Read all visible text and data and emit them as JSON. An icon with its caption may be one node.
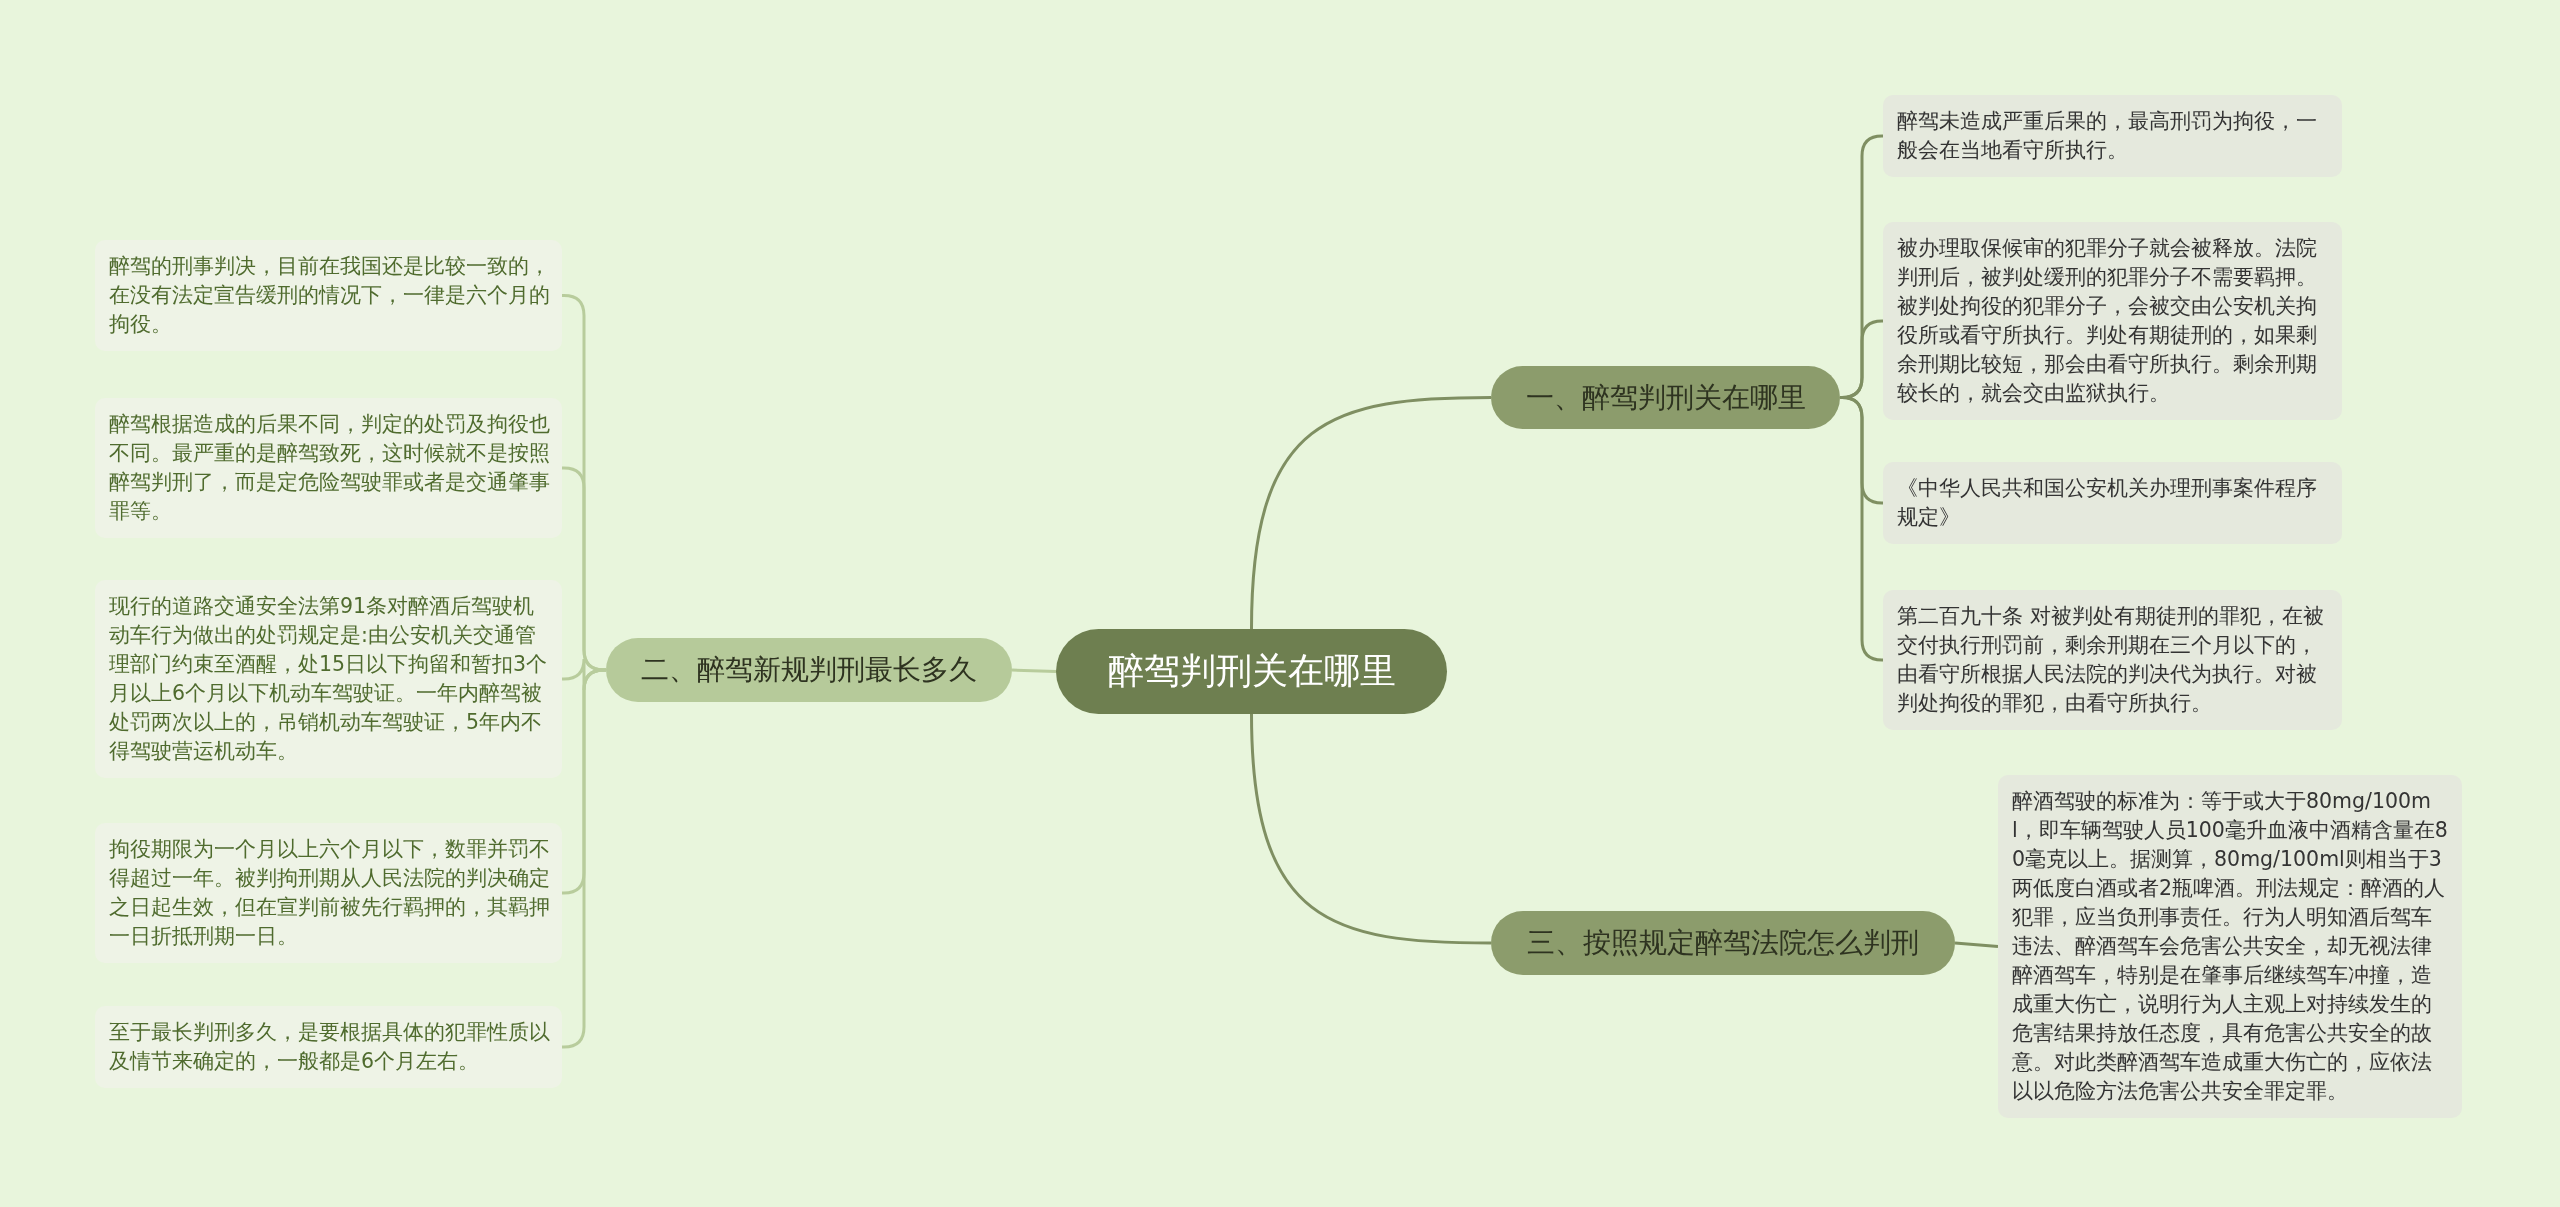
{
  "diagram": {
    "nodes": [
      {
        "text": [
          "醉驾判刑关在哪里"
        ]
      },
      {
        "text": [
          "一、醉驾判刑关在哪里"
        ]
      },
      {
        "text": [
          "醉驾未造成严重后果的，最高刑罚为拘役，一般会在当地看守所执行。"
        ]
      },
      {
        "text": [
          "被办理取保候审的犯罪分子就会被释放。法院判刑后，被判处缓刑的犯罪分子不需要羁押。被判处拘役的犯罪分子，会被交由公安机关拘役所或看守所执行。判处有期徒刑的，如果剩余刑期比较短，那会由看守所执行。剩余刑期较长的，就会交由监狱执行。"
        ]
      },
      {
        "text": [
          "《中华人民共和国公安机关办理刑事案件程序规定》"
        ]
      },
      {
        "text": [
          "第二百九十条  对被判处有期徒刑的罪犯，在被交付执行刑罚前，剩余刑期在三个月以下的，由看守所根据人民法院的判决代为执行。对被判处拘役的罪犯，由看守所执行。"
        ]
      },
      {
        "text": [
          "二、醉驾新规判刑最长多久"
        ]
      },
      {
        "text": [
          "醉驾的刑事判决，目前在我国还是比较一致的，在没有法定宣告缓刑的情况下，一律是六个月的拘役。"
        ]
      },
      {
        "text": [
          "醉驾根据造成的后果不同，判定的处罚及拘役也不同。最严重的是醉驾致死，这时候就不是按照醉驾判刑了，而是定危险驾驶罪或者是交通肇事罪等。"
        ]
      },
      {
        "text": [
          "现行的道路交通安全法第91条对醉酒后驾驶机动车行为做出的处罚规定是:由公安机关交通管理部门约束至酒醒，处15日以下拘留和暂扣3个月以上6个月以下机动车驾驶证。一年内醉驾被处罚两次以上的，吊销机动车驾驶证，5年内不得驾驶营运机动车。"
        ]
      },
      {
        "text": [
          "拘役期限为一个月以上六个月以下，数罪并罚不得超过一年。被判拘刑期从人民法院的判决确定之日起生效，但在宣判前被先行羁押的，其羁押一日折抵刑期一日。"
        ]
      },
      {
        "text": [
          "至于最长判刑多久，是要根据具体的犯罪性质以及情节来确定的，一般都是6个月左右。"
        ]
      },
      {
        "text": [
          "三、按照规定醉驾法院怎么判刑"
        ]
      },
      {
        "text": [
          "醉酒驾驶的标准为：等于或大于80mg/100ml，即车辆驾驶人员100毫升血液中酒精含量在80毫克以上。据测算，80mg/100ml则相当于3两低度白酒或者2瓶啤酒。刑法规定：醉酒的人犯罪，应当负刑事责任。行为人明知酒后驾车违法、醉酒驾车会危害公共安全，却无视法律醉酒驾车，特别是在肇事后继续驾车冲撞，造成重大伤亡，说明行为人主观上对持续发生的危害结果持放任态度，具有危害公共安全的故意。对此类醉酒驾车造成重大伤亡的，应依法以以危险方法危害公共安全罪定罪。"
        ]
      }
    ],
    "edges": [
      {
        "from": 0,
        "to": 1,
        "arrow": "none"
      },
      {
        "from": 1,
        "to": 2,
        "arrow": "none"
      },
      {
        "from": 1,
        "to": 3,
        "arrow": "none"
      },
      {
        "from": 1,
        "to": 4,
        "arrow": "none"
      },
      {
        "from": 1,
        "to": 5,
        "arrow": "none"
      },
      {
        "from": 0,
        "to": 6,
        "arrow": "none",
        "color": "#b8cc9c"
      },
      {
        "from": 6,
        "to": 7,
        "arrow": "none",
        "color": "#b8cc9c"
      },
      {
        "from": 6,
        "to": 8,
        "arrow": "none",
        "color": "#b8cc9c"
      },
      {
        "from": 6,
        "to": 9,
        "arrow": "none",
        "color": "#b8cc9c"
      },
      {
        "from": 6,
        "to": 10,
        "arrow": "none",
        "color": "#b8cc9c"
      },
      {
        "from": 6,
        "to": 11,
        "arrow": "none",
        "color": "#b8cc9c"
      },
      {
        "from": 0,
        "to": 12,
        "arrow": "none"
      },
      {
        "from": 12,
        "to": 13,
        "arrow": "none"
      }
    ]
  }
}
